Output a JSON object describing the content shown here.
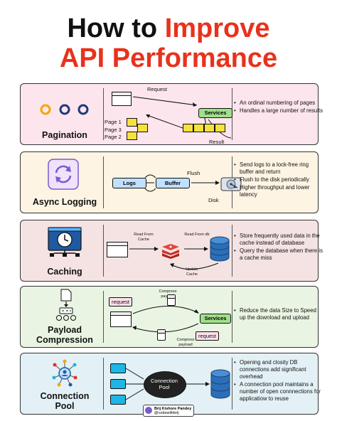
{
  "title": {
    "line1_dark": "How to ",
    "line1_accent": "Improve",
    "line2_accent": "API Performance"
  },
  "sections": [
    {
      "name": "Pagination",
      "bg": "#fde5ee",
      "labels": {
        "request": "Request",
        "services": "Services",
        "page1": "Page 1",
        "page3": "Page 3",
        "page2": "Page 2",
        "result": "Result"
      },
      "bullets": [
        "An ordinal numbering of pages",
        "Handles a large number of results"
      ]
    },
    {
      "name": "Async Logging",
      "bg": "#fdf4e3",
      "labels": {
        "logs": "Logs",
        "buffer": "Buffer",
        "flush": "Flush",
        "disk": "Disk"
      },
      "bullets": [
        "Send logs to a lock-free ring buffer and return",
        "Flush to the disk periodically",
        "Higher throughput and lower latency"
      ]
    },
    {
      "name": "Caching",
      "bg": "#f5e3e3",
      "labels": {
        "read_cache": "Read From Cache",
        "read_db": "Read From db",
        "update_cache": "Update Cache"
      },
      "bullets": [
        "Store frequently used data in the cache instead of database",
        "Query the database when there is a cache miss"
      ]
    },
    {
      "name_line1": "Payload",
      "name_line2": "Compression",
      "bg": "#e9f5e2",
      "labels": {
        "request_top": "request",
        "compress_top": "Compress payload",
        "services": "Services",
        "request_bottom": "request",
        "compress_bottom": "Compress payload"
      },
      "bullets": [
        "Reduce the data Size to Speed up the download and upload"
      ]
    },
    {
      "name_line1": "Connection",
      "name_line2": "Pool",
      "bg": "#e3f1f6",
      "labels": {
        "connection_pool": "Connection Pool"
      },
      "bullets": [
        "Opening and closity DB connections add significant overhead",
        "A connection pool maintains a number of open connnections for applicatiow to reuse"
      ]
    }
  ],
  "author": {
    "name": "Brij Kishore Pandey",
    "handle": "@codewithbrij"
  },
  "colors": {
    "accent": "#e8321c",
    "green": "#9fe08a",
    "blue_box": "#bfe0ff",
    "yellow": "#f7e23c",
    "cyan": "#1fb6e6",
    "navy": "#1e5aa0",
    "db_blue": "#2b6fb8"
  },
  "icons": [
    "pagination-dots-icon",
    "sync-arrows-icon",
    "cache-server-icon",
    "compressed-file-icon",
    "connection-network-icon",
    "redis-icon",
    "database-icon",
    "disk-icon"
  ]
}
